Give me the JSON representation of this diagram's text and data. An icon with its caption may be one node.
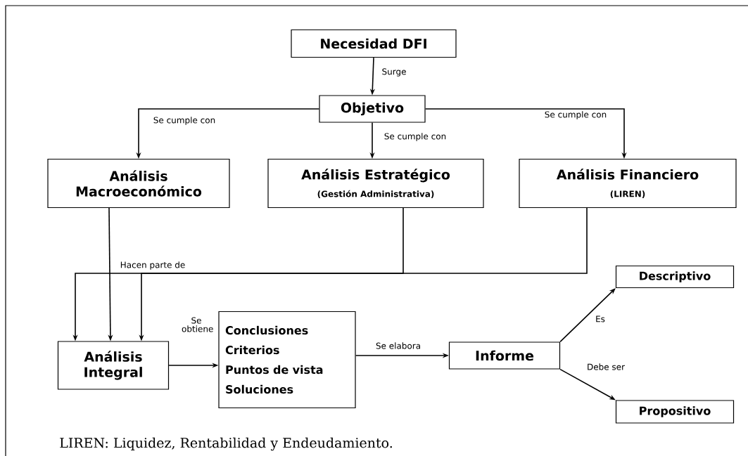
{
  "diagram": {
    "caption": "LIREN: Liquidez, Rentabilidad y Endeudamiento.",
    "nodes": [
      {
        "text": [
          "Necesidad DFI"
        ]
      },
      {
        "text": [
          "Objetivo"
        ]
      },
      {
        "text": [
          "Análisis Macroeconómico"
        ]
      },
      {
        "text": [
          "Análisis Estratégico",
          "(Gestión Administrativa)"
        ]
      },
      {
        "text": [
          "Análisis Financiero",
          "(LIREN)"
        ]
      },
      {
        "text": [
          "Análisis Integral"
        ]
      },
      {
        "text": [
          "Conclusiones",
          "Criterios",
          "Puntos de vista",
          "Soluciones"
        ]
      },
      {
        "text": [
          "Informe"
        ]
      },
      {
        "text": [
          "Descriptivo"
        ]
      },
      {
        "text": [
          "Propositivo"
        ]
      }
    ],
    "edges": [
      {
        "from": 0,
        "to": 1,
        "arrow": "to",
        "label": "Surge"
      },
      {
        "from": 1,
        "to": 2,
        "arrow": "to",
        "label": "Se cumple con"
      },
      {
        "from": 1,
        "to": 3,
        "arrow": "to",
        "label": "Se cumple con"
      },
      {
        "from": 1,
        "to": 4,
        "arrow": "to",
        "label": "Se cumple con"
      },
      {
        "from": 2,
        "to": 5,
        "arrow": "to",
        "label": "Hacen parte de"
      },
      {
        "from": 3,
        "to": 5,
        "arrow": "to"
      },
      {
        "from": 4,
        "to": 5,
        "arrow": "to"
      },
      {
        "from": 5,
        "to": 6,
        "arrow": "to",
        "label": "Se obtiene"
      },
      {
        "from": 6,
        "to": 7,
        "arrow": "to",
        "label": "Se elabora"
      },
      {
        "from": 7,
        "to": 8,
        "arrow": "to",
        "label": "Es"
      },
      {
        "from": 7,
        "to": 9,
        "arrow": "to",
        "label": "Debe ser"
      }
    ]
  }
}
